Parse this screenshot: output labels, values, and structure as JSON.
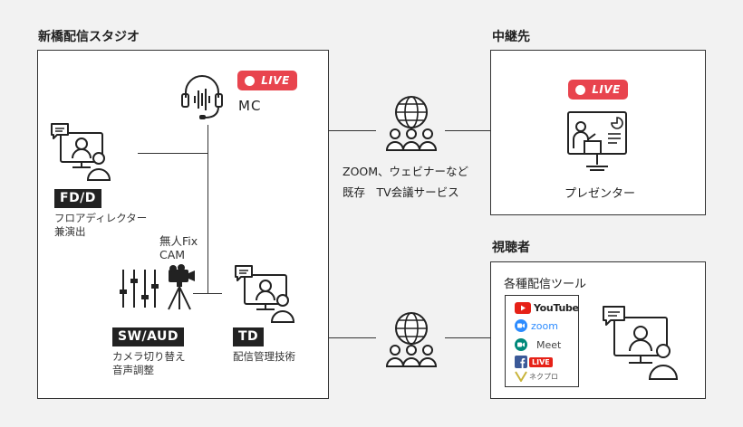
{
  "studio": {
    "title": "新橋配信スタジオ",
    "live_badge": "LIVE",
    "mc_label": "MC",
    "fdd": {
      "tag": "FD/D",
      "desc_lines": [
        "フロアディレクター",
        "兼演出"
      ]
    },
    "camera": {
      "label_lines": [
        "無人Fix",
        "CAM"
      ]
    },
    "swaud": {
      "tag": "SW/AUD",
      "desc_lines": [
        "カメラ切り替え",
        "音声調整"
      ]
    },
    "td": {
      "tag": "TD",
      "desc": "配信管理技術"
    }
  },
  "network": {
    "caption_lines": [
      "ZOOM、ウェビナーなど",
      "既存　TV会議サービス"
    ]
  },
  "relay": {
    "title": "中継先",
    "live_badge": "LIVE",
    "presenter_label": "プレゼンター"
  },
  "viewers": {
    "title": "視聴者",
    "tools_title": "各種配信ツール",
    "tools": [
      {
        "name": "YouTube",
        "icon": "youtube-icon"
      },
      {
        "name": "zoom",
        "icon": "zoom-icon"
      },
      {
        "name": "Meet",
        "icon": "meet-icon"
      },
      {
        "name": "LIVE",
        "icon": "facebook-live-icon"
      },
      {
        "name": "ネクプロ",
        "icon": "nexpro-icon"
      }
    ]
  },
  "colors": {
    "live_red": "#e8444e",
    "line": "#333333",
    "background": "#f2f2f2"
  }
}
